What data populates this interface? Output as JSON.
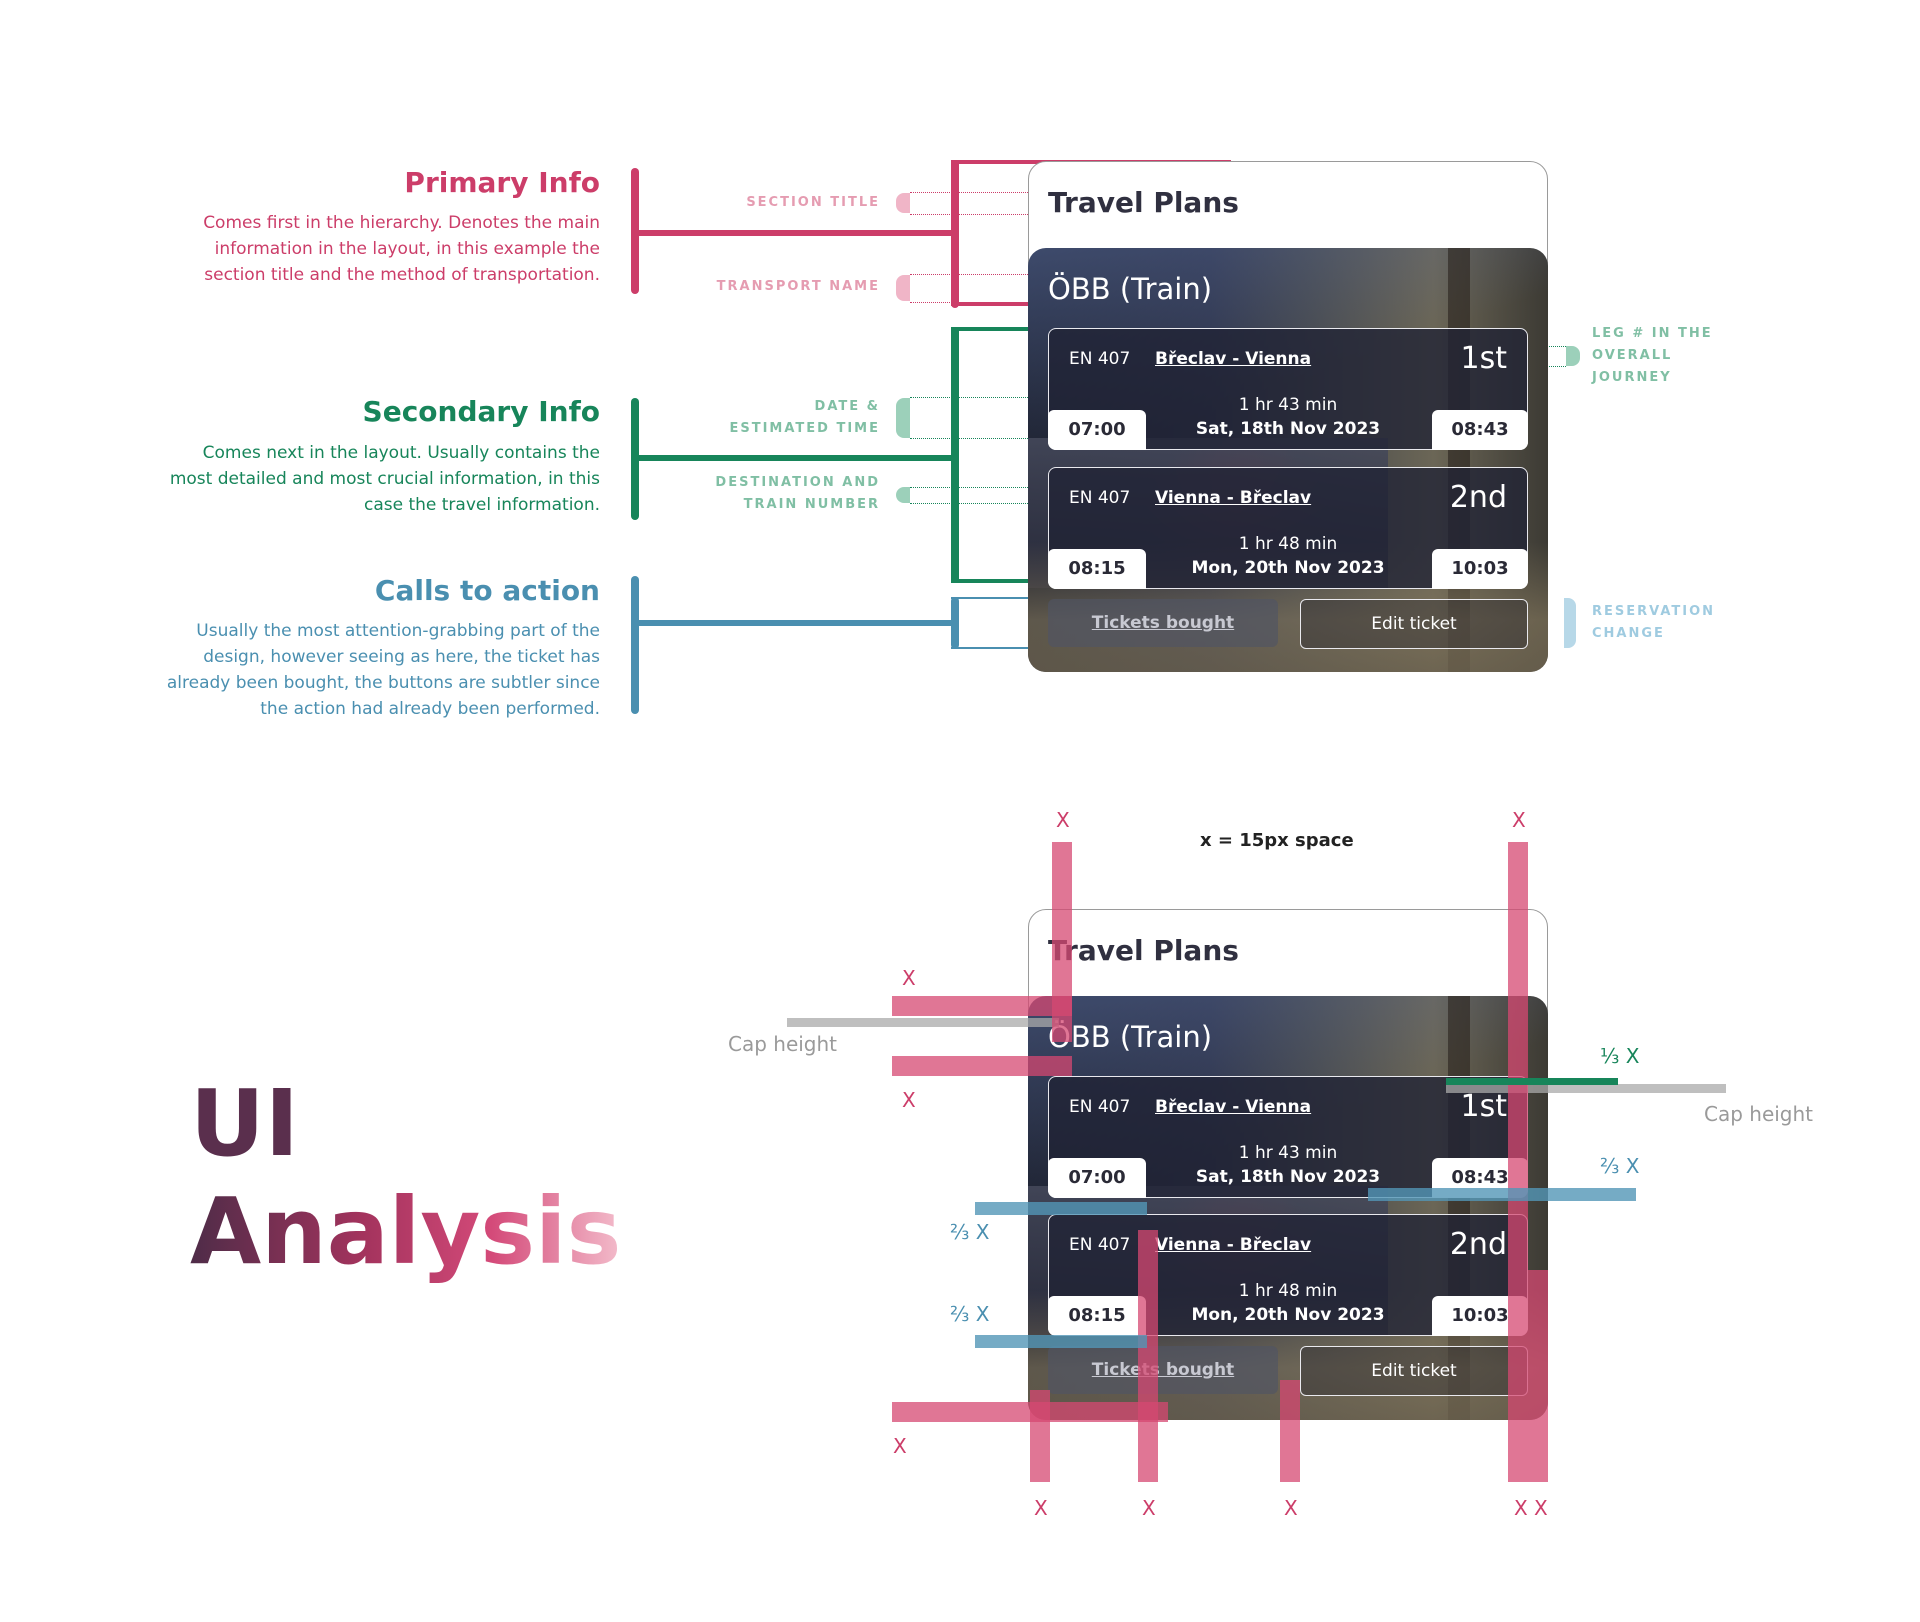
{
  "sections": [
    {
      "title": "Primary Info",
      "description": "Comes first in the hierarchy. Denotes the main information in the layout, in this example the section title and the method of transportation."
    },
    {
      "title": "Secondary Info",
      "description": "Comes next in the layout. Usually contains the most detailed and most crucial information, in this case the travel information."
    },
    {
      "title": "Calls to action",
      "description": "Usually the most attention-grabbing part of the design, however seeing as here, the ticket has already been bought, the buttons are subtler since the action had already been performed."
    }
  ],
  "labels": {
    "section_title": "SECTION TITLE",
    "transport_name": "TRANSPORT NAME",
    "date_time_1": "DATE &",
    "date_time_2": "ESTIMATED TIME",
    "dest_1": "DESTINATION AND",
    "dest_2": "TRAIN NUMBER",
    "leg_1": "LEG # IN THE",
    "leg_2": "OVERALL",
    "leg_3": "JOURNEY",
    "res_1": "RESERVATION",
    "res_2": "CHANGE"
  },
  "card": {
    "title": "Travel Plans",
    "transport": "ÖBB (Train)",
    "legs": [
      {
        "number": "EN 407",
        "route": "Břeclav - Vienna",
        "class": "1st",
        "duration": "1 hr 43 min",
        "date": "Sat, 18th Nov 2023",
        "depart": "07:00",
        "arrive": "08:43"
      },
      {
        "number": "EN 407",
        "route": "Vienna - Břeclav",
        "class": "2nd",
        "duration": "1 hr 48 min",
        "date": "Mon, 20th Nov 2023",
        "depart": "08:15",
        "arrive": "10:03"
      }
    ],
    "buttons": {
      "bought": "Tickets bought",
      "edit": "Edit ticket"
    }
  },
  "analysis": {
    "spacing_note": "x = 15px space",
    "x": "X",
    "xx": "X X",
    "third": "⅓ X",
    "two_thirds": "⅔ X",
    "cap_height": "Cap height"
  },
  "hero": {
    "line1": "UI",
    "line2": "Analysis"
  },
  "colors": {
    "pink": "#cc3d69",
    "green": "#17855a",
    "blue": "#4a8fb0",
    "card_dark": "#202234"
  }
}
